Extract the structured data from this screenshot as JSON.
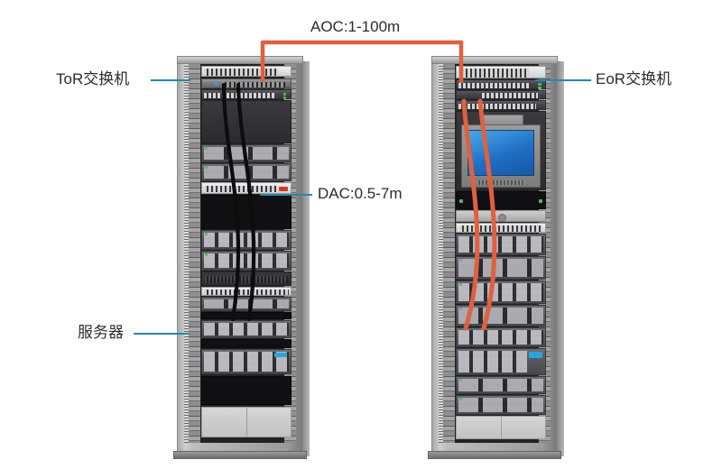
{
  "diagram": {
    "title_labels": {
      "aoc": "AOC:1-100m",
      "tor": "ToR交换机",
      "eor": "EoR交换机",
      "dac": "DAC:0.5-7m",
      "server": "服务器"
    },
    "colors": {
      "background": "#ffffff",
      "aoc_cable": "#e0603f",
      "dac_cable": "#0d0d0d",
      "leader_line": "#2c86a6",
      "text": "#2b2b2b",
      "rack_frame": "#b0b0b0",
      "rack_interior": "#232326",
      "monitor_screen": "#2a7fd0"
    },
    "racks": [
      {
        "name": "left-rack",
        "role": "ToR switch rack with servers",
        "units": [
          {
            "name": "patch-panel",
            "type": "patch"
          },
          {
            "name": "tor-switch",
            "type": "switch"
          },
          {
            "name": "tor-switch-lower",
            "type": "switch-dark"
          },
          {
            "name": "blank-panel-upper",
            "type": "dark"
          },
          {
            "name": "server-1",
            "type": "server"
          },
          {
            "name": "server-2",
            "type": "server"
          },
          {
            "name": "fiber-tray",
            "type": "patch"
          },
          {
            "name": "blank-panel-mid",
            "type": "black"
          },
          {
            "name": "server-3",
            "type": "server"
          },
          {
            "name": "server-4",
            "type": "server"
          },
          {
            "name": "cable-manager",
            "type": "dark"
          },
          {
            "name": "patch-panel-2",
            "type": "patch"
          },
          {
            "name": "server-5",
            "type": "server"
          },
          {
            "name": "server-bay-unit",
            "type": "server"
          },
          {
            "name": "storage-array",
            "type": "server"
          },
          {
            "name": "blank-panel-low",
            "type": "black"
          },
          {
            "name": "ups-panel",
            "type": "lightpanel"
          }
        ]
      },
      {
        "name": "right-rack",
        "role": "EoR switch rack with servers and KVM console",
        "units": [
          {
            "name": "patch-panel",
            "type": "patch"
          },
          {
            "name": "eor-switch",
            "type": "switch-dark"
          },
          {
            "name": "eor-switch-2",
            "type": "switch-dark"
          },
          {
            "name": "eor-switch-3",
            "type": "switch-dark"
          },
          {
            "name": "kvm-monitor",
            "type": "monitor"
          },
          {
            "name": "keyboard-tray",
            "type": "silver"
          },
          {
            "name": "blank-panel",
            "type": "black"
          },
          {
            "name": "vent-panel",
            "type": "silver"
          },
          {
            "name": "storage-array-1",
            "type": "server"
          },
          {
            "name": "server-1",
            "type": "server"
          },
          {
            "name": "server-2",
            "type": "server"
          },
          {
            "name": "server-3",
            "type": "server"
          },
          {
            "name": "server-4",
            "type": "server"
          },
          {
            "name": "storage-array-2",
            "type": "server"
          },
          {
            "name": "server-5",
            "type": "server"
          },
          {
            "name": "server-6",
            "type": "server"
          },
          {
            "name": "ups-panel",
            "type": "lightpanel"
          }
        ]
      }
    ],
    "cables": {
      "aoc": {
        "label": "AOC:1-100m",
        "color": "#e0603f",
        "count": 2,
        "from": "tor-switch",
        "to": "eor-switch",
        "description": "Active optical cable routed overhead between racks"
      },
      "dac": {
        "label": "DAC:0.5-7m",
        "color": "#0d0d0d",
        "count": 2,
        "from": "tor-switch",
        "to": "server",
        "description": "Direct attach copper cable inside the rack"
      }
    }
  }
}
